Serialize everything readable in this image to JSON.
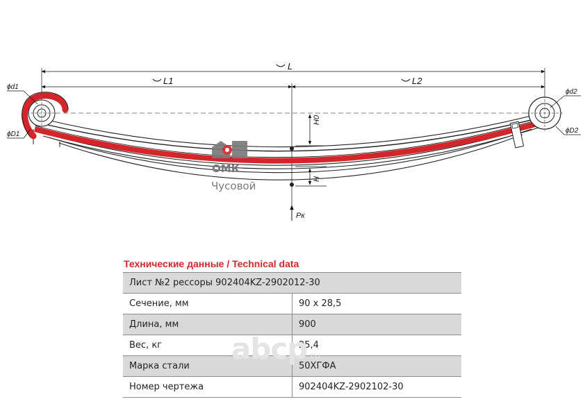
{
  "dimensions": {
    "length_total": "L",
    "length_front": "L1",
    "length_rear": "L2",
    "height_free": "H0",
    "height_loaded": "H",
    "load": "Pк",
    "eye_front_inner": "ϕd1",
    "eye_front_outer": "ϕD1",
    "eye_rear_inner": "ϕd2",
    "eye_rear_outer": "ϕD2"
  },
  "brand": {
    "name": "ОМК",
    "city": "Чусовой",
    "color": "#d4262a"
  },
  "watermark": {
    "text": "abcp",
    "suffix": ".ru"
  },
  "specs": {
    "title": "Технические данные / Technical data",
    "header": "Лист №2 рессоры 902404KZ-2902012-30",
    "rows": [
      {
        "label": "Сечение, мм",
        "value": "90 x 28,5"
      },
      {
        "label": "Длина, мм",
        "value": "900"
      },
      {
        "label": "Вес, кг",
        "value": "25,4"
      },
      {
        "label": "Марка стали",
        "value": "50ХГФА"
      },
      {
        "label": "Номер чертежа",
        "value": "902404KZ-2902102-30"
      }
    ]
  },
  "colors": {
    "highlight_leaf": "#d4262a",
    "table_shade": "#d9d9d9"
  }
}
